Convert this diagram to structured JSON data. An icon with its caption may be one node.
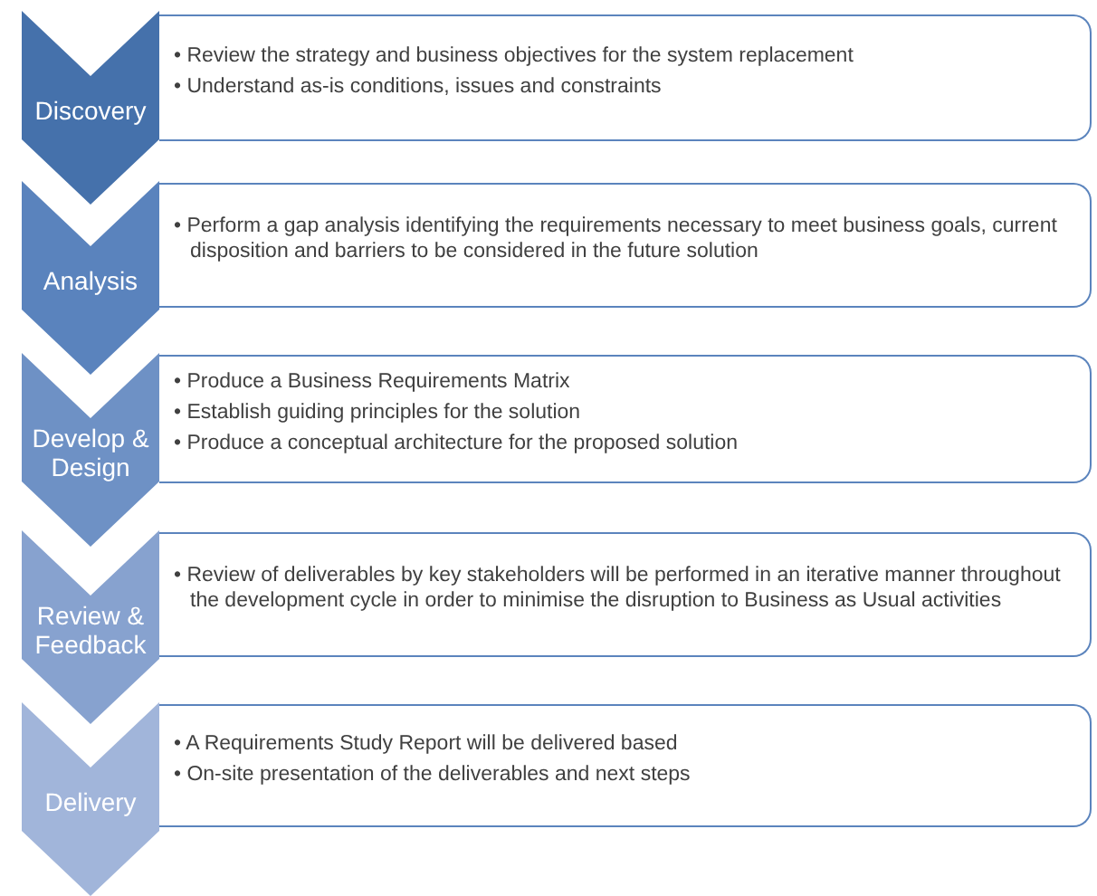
{
  "diagram": {
    "nodes": [
      {
        "text": [
          "Discovery"
        ]
      },
      {
        "text": [
          "• Review the strategy and business objectives for the system replacement",
          "• Understand as-is conditions, issues and constraints"
        ]
      },
      {
        "text": [
          "Analysis"
        ]
      },
      {
        "text": [
          "• Perform a gap analysis identifying the requirements necessary to meet business goals, current disposition and barriers to be considered in the future solution"
        ]
      },
      {
        "text": [
          "Develop & Design"
        ]
      },
      {
        "text": [
          "• Produce a Business Requirements Matrix",
          "• Establish guiding principles for the solution",
          "• Produce a conceptual architecture for the proposed solution"
        ]
      },
      {
        "text": [
          "Review & Feedback"
        ]
      },
      {
        "text": [
          "• Review of deliverables by key stakeholders will be performed in an iterative manner throughout the development cycle  in order to minimise the disruption to Business as Usual activities"
        ]
      },
      {
        "text": [
          "Delivery"
        ]
      },
      {
        "text": [
          "• A Requirements Study Report will be delivered based",
          "• On-site presentation of the deliverables and next steps"
        ]
      }
    ]
  }
}
